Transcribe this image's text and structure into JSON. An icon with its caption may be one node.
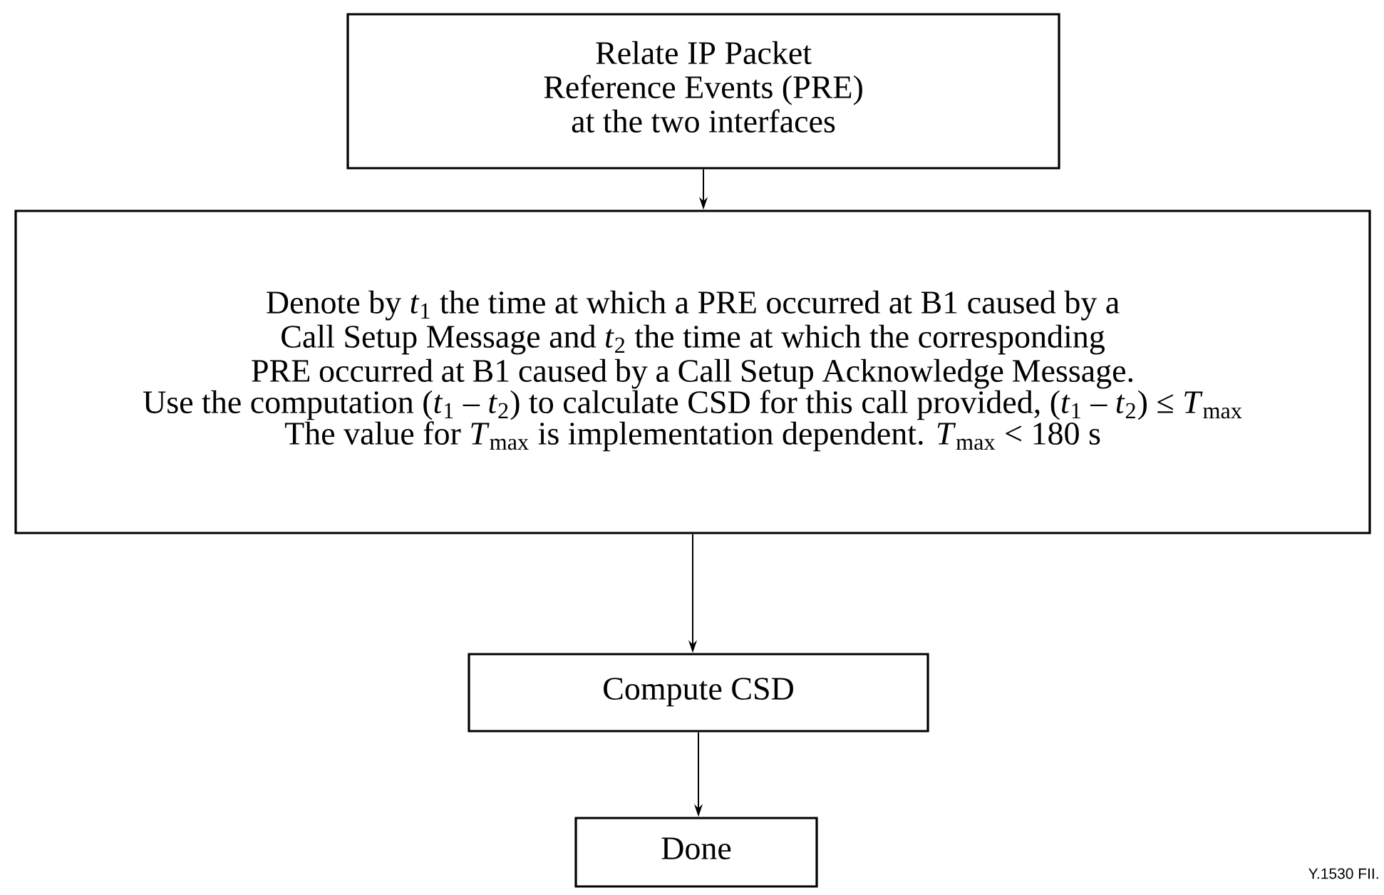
{
  "diagram": {
    "nodes": [
      {
        "text": [
          "Relate IP Packet Reference Events (PRE) at the two interfaces"
        ]
      },
      {
        "text": [
          "Denote by *t*$_{1}$ the time at which a PRE occurred at B1 caused by a Call Setup Message and *t*$_{2}$ the time at which the corresponding PRE occurred at B1 caused by a Call Setup Acknowledge Message.",
          "Use the computation (*t*$_{1}$ – *t*$_{2}$) to calculate CSD for this call provided, (*t*$_{1}$ – *t*$_{2}$) ≤ *T*$_{max}$",
          "The value for *T*$_{max}$ is implementation dependent. *T*$_{max}$ < 180 s"
        ]
      },
      {
        "text": [
          "Compute CSD"
        ]
      },
      {
        "text": [
          "Done"
        ]
      }
    ],
    "edges": [
      {
        "from": 0,
        "to": 1,
        "arrow": "to"
      },
      {
        "from": 1,
        "to": 2,
        "arrow": "to"
      },
      {
        "from": 2,
        "to": 3,
        "arrow": "to"
      }
    ],
    "labels": [
      "Y.1530 FII."
    ]
  }
}
